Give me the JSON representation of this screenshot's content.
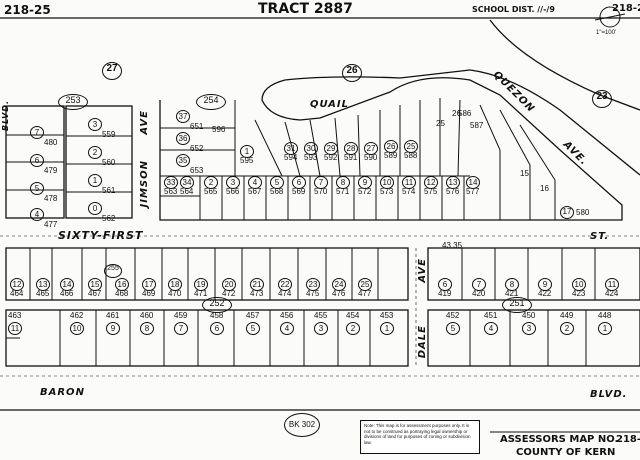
{
  "header": {
    "map_number_left": "218-25",
    "tract": "TRACT 2887",
    "school_district": "SCHOOL DIST. //-/9",
    "map_number_right": "218-2",
    "scale": "1\"=100'"
  },
  "streets": {
    "quail": "QUAIL",
    "quezon": "QUEZON",
    "ave_quezon": "AVE.",
    "jimson": "JIMSON",
    "ave_jimson": "AVE",
    "sixty_first": "SIXTY-FIRST",
    "st": "ST.",
    "dale": "DALE",
    "ave_dale": "AVE",
    "baron": "BARON",
    "blvd": "BLVD.",
    "blvd_left": "BLVD."
  },
  "blocks": {
    "b27": "27",
    "b26": "26",
    "b23": "23",
    "b253": "253",
    "b254": "254",
    "b255": "255",
    "b252": "252",
    "b251": "251"
  },
  "upper_left_lots": [
    {
      "n": "7",
      "area": "480"
    },
    {
      "n": "6",
      "area": "479"
    },
    {
      "n": "5",
      "area": "478"
    },
    {
      "n": "4",
      "area": "477"
    },
    {
      "n": "3",
      "area": "559"
    },
    {
      "n": "2",
      "area": "560"
    },
    {
      "n": "1",
      "area": "561"
    },
    {
      "n": "0",
      "area": "562"
    }
  ],
  "upper_lots": [
    {
      "n": "33",
      "area": "563"
    },
    {
      "n": "34",
      "area": "564"
    },
    {
      "n": "2",
      "area": "565"
    },
    {
      "n": "3",
      "area": "566"
    },
    {
      "n": "4",
      "area": "567"
    },
    {
      "n": "5",
      "area": "568"
    },
    {
      "n": "6",
      "area": "569"
    },
    {
      "n": "7",
      "area": "570"
    },
    {
      "n": "8",
      "area": "571"
    },
    {
      "n": "9",
      "area": "572"
    },
    {
      "n": "10",
      "area": "573"
    },
    {
      "n": "11",
      "area": "574"
    },
    {
      "n": "12",
      "area": "575"
    },
    {
      "n": "13",
      "area": "576"
    },
    {
      "n": "14",
      "area": "577"
    }
  ],
  "quail_lots": [
    {
      "n": "37",
      "area": "651"
    },
    {
      "n": "36",
      "area": "652"
    },
    {
      "n": "35",
      "area": "653"
    },
    {
      "n": "1",
      "area": "595"
    },
    {
      "n": "31",
      "area": "594"
    },
    {
      "n": "30",
      "area": "593"
    },
    {
      "n": "29",
      "area": "592"
    },
    {
      "n": "28",
      "area": "591"
    },
    {
      "n": "27",
      "area": "590"
    },
    {
      "n": "26",
      "area": "589"
    },
    {
      "n": "25",
      "area": "588"
    }
  ],
  "middle_lots": [
    {
      "n": "13",
      "area": "465"
    },
    {
      "n": "14",
      "area": "466"
    },
    {
      "n": "15",
      "area": "467"
    },
    {
      "n": "16",
      "area": "468"
    },
    {
      "n": "17",
      "area": "469"
    },
    {
      "n": "18",
      "area": "470"
    },
    {
      "n": "19",
      "area": "471"
    },
    {
      "n": "20",
      "area": "472"
    },
    {
      "n": "21",
      "area": "473"
    },
    {
      "n": "22",
      "area": "474"
    },
    {
      "n": "23",
      "area": "475"
    },
    {
      "n": "24",
      "area": "476"
    },
    {
      "n": "25",
      "area": "477"
    },
    {
      "n": "12",
      "area": "464"
    }
  ],
  "lower_lots": [
    {
      "n": "11",
      "area": "463"
    },
    {
      "n": "10",
      "area": "462"
    },
    {
      "n": "9",
      "area": "461"
    },
    {
      "n": "8",
      "area": "460"
    },
    {
      "n": "7",
      "area": "459"
    },
    {
      "n": "6",
      "area": "458"
    },
    {
      "n": "5",
      "area": "457"
    },
    {
      "n": "4",
      "area": "456"
    },
    {
      "n": "3",
      "area": "455"
    },
    {
      "n": "2",
      "area": "454"
    },
    {
      "n": "1",
      "area": "453"
    }
  ],
  "right_mid_lots": [
    {
      "n": "6",
      "area": "419"
    },
    {
      "n": "7",
      "area": "420"
    },
    {
      "n": "8",
      "area": "421"
    },
    {
      "n": "9",
      "area": "422"
    },
    {
      "n": "10",
      "area": "423"
    },
    {
      "n": "11",
      "area": "424"
    }
  ],
  "right_low_lots": [
    {
      "n": "5",
      "area": "452"
    },
    {
      "n": "4",
      "area": "451"
    },
    {
      "n": "3",
      "area": "450"
    },
    {
      "n": "2",
      "area": "449"
    },
    {
      "n": "1",
      "area": "448"
    }
  ],
  "misc_text": {
    "dim_4335": "43.35",
    "lot_26_a": "26",
    "lot_25_a": "25",
    "lot_15": "15",
    "lot_16": "16",
    "lot_17": "17",
    "lot_580": "580",
    "lot_586": "586",
    "lot_587": "587",
    "lot_596": "596",
    "bk_ref": "BK 302"
  },
  "note": "Note: This map is for assessment purposes only. It is not to be construed as portraying legal ownership or divisions of land for purposes of zoning or subdivision law.",
  "footer": {
    "assessors_map": "ASSESSORS MAP NO.",
    "map_no": "218-",
    "county": "COUNTY OF KERN"
  }
}
